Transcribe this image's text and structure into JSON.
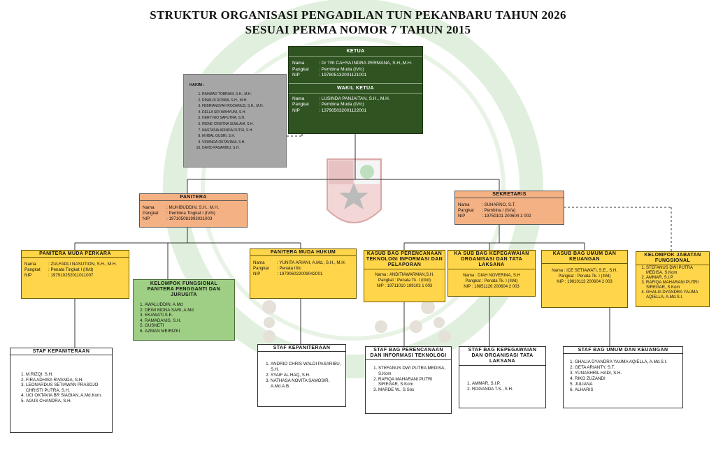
{
  "title_line1": "STRUKTUR ORGANISASI PENGADILAN TUN PEKANBARU TAHUN 2026",
  "title_line2": "SESUAI PERMA NOMOR 7 TAHUN 2015",
  "ketua": {
    "header": "KETUA",
    "nama_label": "Nama",
    "nama": ": Dr TRI CAHYA INDRA PERMANA, S.H.,M.H.",
    "pangkat_label": "Pangkat",
    "pangkat": ": Pembina Muda (IV/c)",
    "nip_label": "NIP",
    "nip": ": 197805132001121001"
  },
  "wakil_ketua": {
    "header": "WAKIL KETUA",
    "nama_label": "Nama",
    "nama": ": LUSINDA PANJAITAN, S.H., M.H.",
    "pangkat_label": "Pangkat",
    "pangkat": ": Pembina Muda (IV/c)",
    "nip_label": "NIP",
    "nip": ": 137905032001122001"
  },
  "hakim": {
    "header": "HAKIM :",
    "items": [
      "RAHMAD TOBRANI, S.H., M.H.",
      "RINALDI ROSBA, S.H., M.H.",
      "FEBRIANSYAH ROZARIUS, S.H., M.H.",
      "DELLA SRI WAHYUNI, S.H.",
      "HERY RIO SAPUTRA, S.H.",
      "IRENE CRISTNA SIJALAHI, S.H.",
      "NASTASIA ADINDA PUTRI, S.H.",
      "IKHBAL GUSRI, S.H.",
      "VIRANDA OKTAVIANI, S.H.",
      "DAVID PASARIBU, S.H."
    ]
  },
  "panitera": {
    "header": "PANITERA",
    "nama_label": "Nama",
    "nama": ":  MUHIBUDDIN, S.H., M.H.",
    "pangkat_label": "Pangkat",
    "pangkat": ": Pembina Tingkat I (IV/b)",
    "nip_label": "NIP",
    "nip": ":  197105081993031003"
  },
  "sekretaris": {
    "header": "SEKRETARIS",
    "nama_label": "Nama",
    "nama": ":  SUHARNO, S.T.",
    "pangkat_label": "Pangkat",
    "pangkat": ": Pembina / (IV/a)",
    "nip_label": "NIP",
    "nip": ":  19750101 200604 1 002"
  },
  "panmud_perkara": {
    "header": "PANITERA MUDA PERKARA",
    "nama_label": "Nama",
    "nama": ":  ZULFADLI NASUTION, S.H., M.H.",
    "pangkat_label": "Pangkat",
    "pangkat": ":  Penata Tingkat I (III/d)",
    "nip_label": "NIP",
    "nip": ":  197910252011011007"
  },
  "panmud_hukum": {
    "header": "PANITERA MUDA HUKUM",
    "nama_label": "Nama",
    "nama": ":  YUNITA ARIANI, A.Md., S.H., M.H.",
    "pangkat_label": "Pangkat",
    "pangkat": ": Penata  III/c",
    "nip_label": "NIP",
    "nip": ":  197906022009042001"
  },
  "kelompok_pp_js": {
    "header": "KELOMPOK FUNGSIONAL PANITERA PENGGANTI DAN JURUSITA",
    "items": [
      "AWALUDDIN, A.Md",
      "DEWI MONA SARI, A.Md",
      "EKAWATI,S.E.",
      "RAMADANIS, S.H.",
      "GUSNETI",
      "AZMAN MEIRIZKI"
    ]
  },
  "kasubbag_ptip": {
    "header": "KASUB BAG PERENCANAAN TEKNOLOGI INFORMASI DAN PELAPORAN",
    "line1": "Nama : ANDITIAWARMAN,S.H.",
    "line2": "Pangkat :  Penata Tk. I (III/d)",
    "line3": "NIP : 19711010 199103 1 003"
  },
  "kasubbag_kepeg": {
    "header": "KA SUB BAG KEPEGAWAIAN ORGANISASI DAN TATA LAKSANA",
    "line1": "Nama : DIAH NOVERINA, S.H",
    "line2": "Pangkat :  Penata Tk. I (III/d)",
    "line3": "NIP : 19851126 200604 2 003"
  },
  "kasubbag_umum": {
    "header": "KASUB BAG UMUM DAN KEUANGAN",
    "line1": "Nama : ICE SETIAWATI, S.E., S.H.",
    "line2": "Pangkat :  Penata Tk. I (III/d)",
    "line3": "NIP : 19810113 200604 2 003"
  },
  "kelompok_jabatan": {
    "header": "KELOMPOK JABATAN FUNGSIONAL",
    "items": [
      "STEFANUS DWI PUTRA MEDISA, S.Kom",
      "AMMAR, S.I.P.",
      "RAFIQA MAHARANI PUTRI SIREGAR, S.Kom",
      "GHALIA DYANDRA YAUMA AQIELLA, A.Md.S.I."
    ]
  },
  "staf_kepaniteraan_1": {
    "header": "STAF KEPANITERAAN",
    "items": [
      "M.RIZQI. S.H.",
      "FIRA ADHISA RIVANDA, S.H.",
      "LEONARDUS SETIAWAN PRASOJO CHRISTI PUTRA, S.H.",
      "UCI OKTAVIA BR SIAGIAN, A.Md.Kom.",
      "AGUS CHANDRA, S.H."
    ]
  },
  "staf_kepaniteraan_2": {
    "header": "STAF KEPANITERAAN",
    "items": [
      "ANDRIO CHRIS WALDI PASARIBU, S.H.",
      "SYAIF AL HAQ, S.H.",
      "NATHASA NOVITA SAMOSIR, A.Md.A.B."
    ]
  },
  "staf_ptip": {
    "header": "STAF  BAG PERENCANAAN DAN INFORMASI TEKNOLOGI",
    "items": [
      "STEFANUS DWI PUTRA MEDISA, S.Kom",
      "RAFIQA MAHARANI PUTRI SIREGAR, S.Kom",
      "MARDE W., S.Sos"
    ]
  },
  "staf_kepeg": {
    "header": "STAF  BAG KEPEGAWAIAN DAN ORGANISASI TATA LAKSANA",
    "items": [
      "AMMAR, S.I.P.",
      "ROGANDA T.S., S.H."
    ]
  },
  "staf_umum": {
    "header": "STAF BAG UMUM  DAN KEUANGAN",
    "items": [
      "GHALIA DYANDRA YAUMA AQIELLA, A.Md.S.I.",
      "GETA ARIANTY, S.T.",
      "YUNASHRIL HADI, S.H.",
      "RIKO ZUZANDI",
      "JULIANA",
      "ALHARIS"
    ]
  },
  "colors": {
    "ketua_bg": "#2f5321",
    "panitera_bg": "#f4b183",
    "panmud_bg": "#ffd54a",
    "kelompok_bg": "#9fcf84",
    "hakim_bg": "#a6a6a6",
    "watermark": "#2e8b3a"
  }
}
